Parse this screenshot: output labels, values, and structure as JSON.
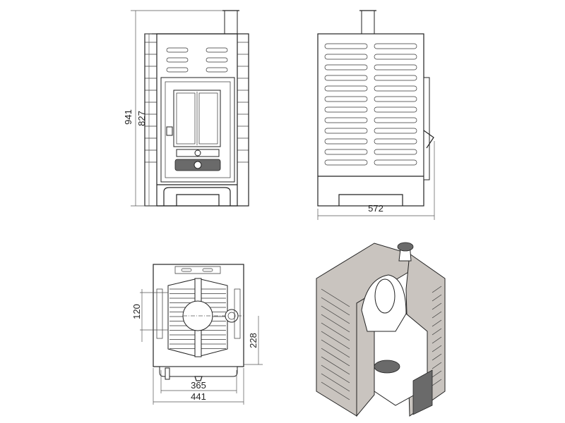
{
  "drawing": {
    "front_view": {
      "height_total": "941",
      "height_body": "827"
    },
    "side_view": {
      "depth": "572"
    },
    "top_view": {
      "flue_offset": "120",
      "flue_side": "228",
      "inner_width": "365",
      "outer_width": "441"
    },
    "colors": {
      "line": "#222222",
      "cutaway_fill": "#c9c4bf",
      "dimension": "#555555"
    }
  }
}
